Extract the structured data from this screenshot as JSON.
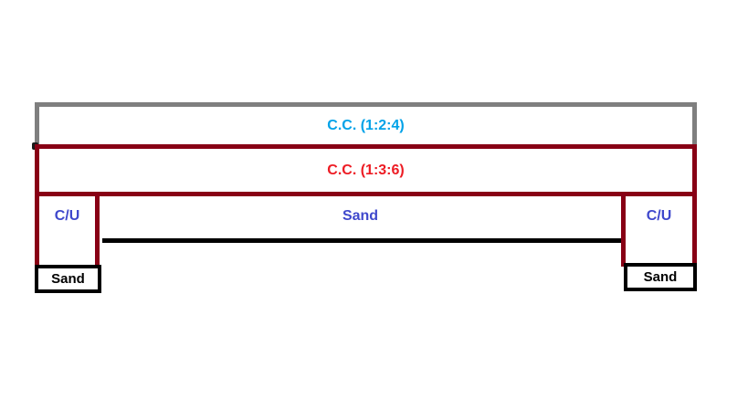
{
  "colors": {
    "gray": "#7f7f7f",
    "dark_red": "#880015",
    "cyan": "#00a2e8",
    "red": "#ed1c24",
    "blue": "#3f48cc",
    "black": "#000000",
    "background": "#ffffff"
  },
  "diagram": {
    "top_layer_label": "C.C. (1:2:4)",
    "middle_layer_label": "C.C. (1:3:6)",
    "sand_fill_label": "Sand",
    "left_column_label": "C/U",
    "right_column_label": "C/U",
    "left_footing_label": "Sand",
    "right_footing_label": "Sand"
  }
}
